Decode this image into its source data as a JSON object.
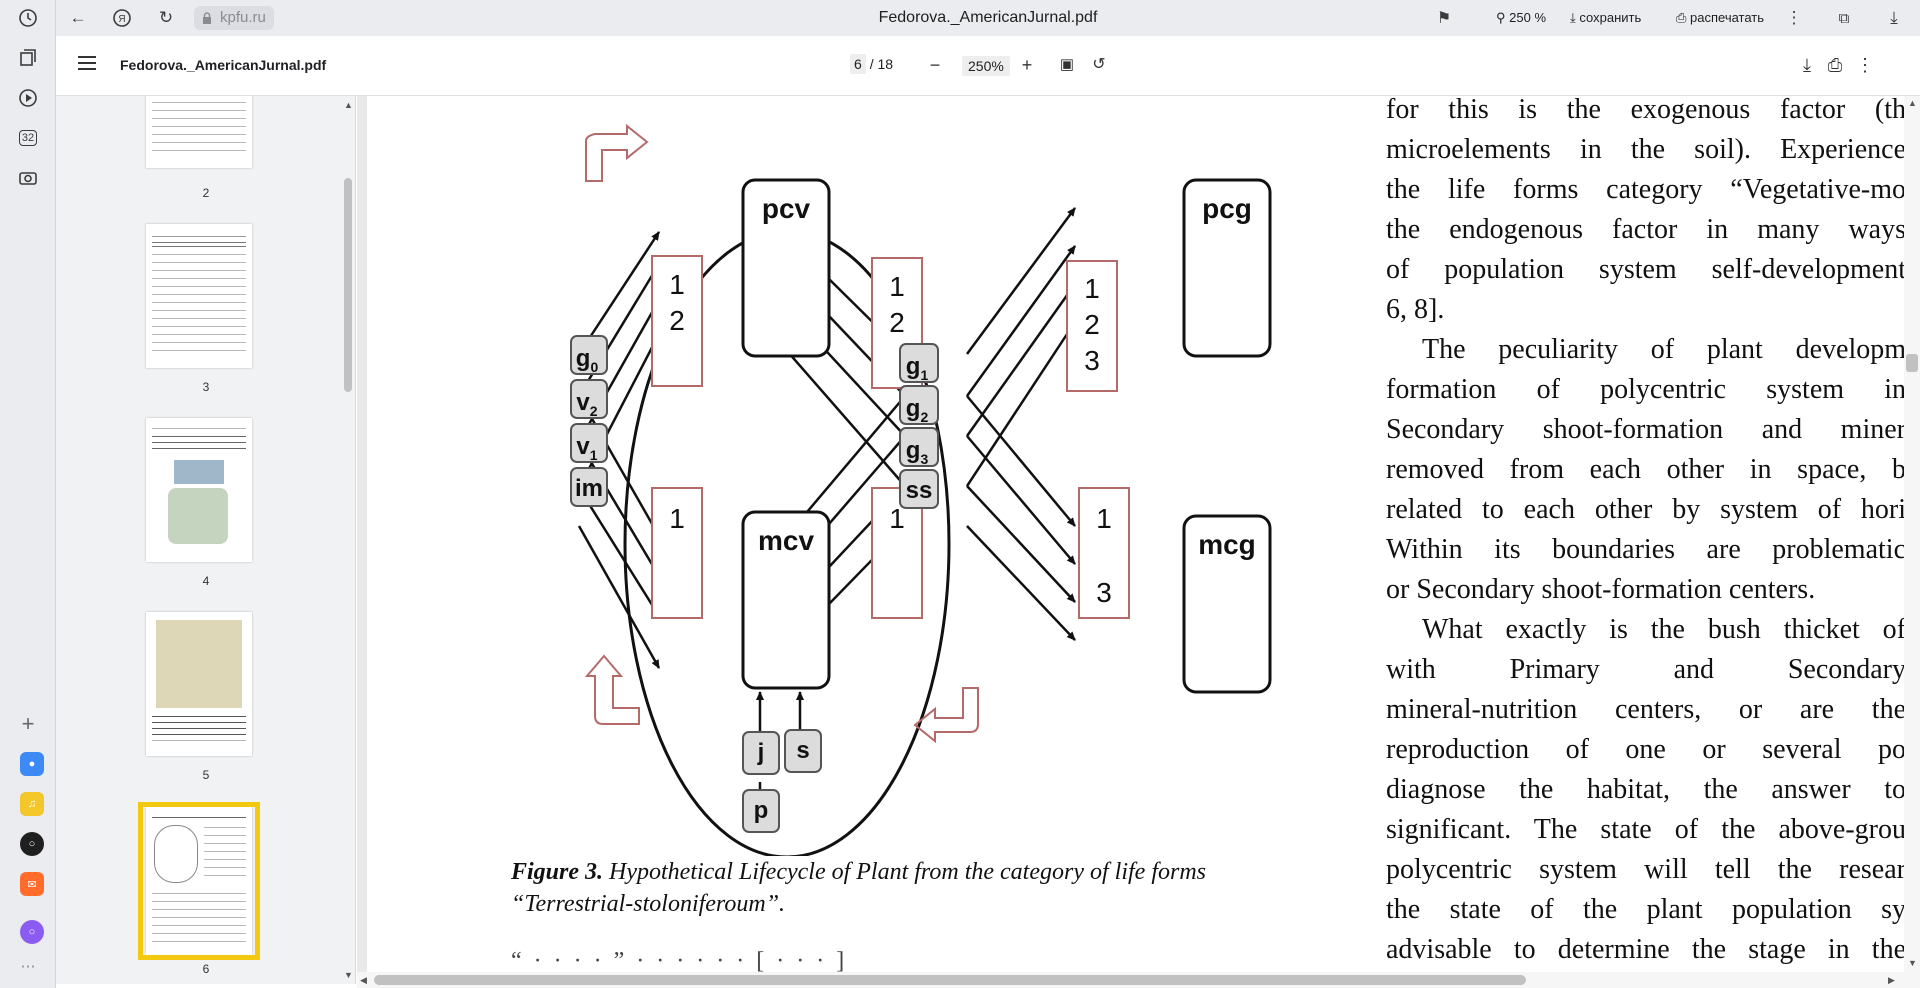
{
  "browser": {
    "url": "kpfu.ru",
    "tab_title": "Fedorova._AmericanJurnal.pdf",
    "zoom_badge": "250 %",
    "save_label": "сохранить",
    "print_label": "распечатать"
  },
  "side_panel": {
    "badge": "32"
  },
  "viewer": {
    "file_name": "Fedorova._AmericanJurnal.pdf",
    "current_page": "6",
    "page_total": "/ 18",
    "zoom": "250%"
  },
  "thumbnails": [
    {
      "label": "2"
    },
    {
      "label": "3"
    },
    {
      "label": "4"
    },
    {
      "label": "5"
    },
    {
      "label": "6",
      "selected": true
    }
  ],
  "figure": {
    "nodes": {
      "pcv": "pcv",
      "mcv": "mcv",
      "pcg": "pcg",
      "mcg": "mcg",
      "g0": "g",
      "g0_sub": "0",
      "v2": "v",
      "v2_sub": "2",
      "v1": "v",
      "v1_sub": "1",
      "im": "im",
      "g1": "g",
      "g1_sub": "1",
      "g2": "g",
      "g2_sub": "2",
      "g3": "g",
      "g3_sub": "3",
      "ss": "ss",
      "j": "j",
      "s": "s",
      "p": "p"
    },
    "box_labels": {
      "left_top": [
        "1",
        "2"
      ],
      "mid_top": [
        "1",
        "2"
      ],
      "right_top": [
        "1",
        "2",
        "3"
      ],
      "left_bottom": [
        "1"
      ],
      "mid_bottom": [
        "1"
      ],
      "right_bottom": [
        "1",
        "3"
      ]
    },
    "caption_bold": "Figure 3.",
    "caption_text": " Hypothetical Lifecycle of Plant from the category of life forms “Terrestrial-stoloniferoum”."
  },
  "body_text": {
    "lines": [
      "for this is the exogenous factor (th",
      "microelements in the soil). Experience",
      "the life forms category “Vegetative-mo",
      "the endogenous factor in many ways",
      "of population system self-development",
      "6, 8].",
      "The peculiarity of plant developm",
      "formation of polycentric system in",
      "Secondary shoot-formation and miner",
      "removed from each other in space, b",
      "related to each other by system of hori",
      "Within its boundaries are problematic",
      "or Secondary shoot-formation centers.",
      "What exactly is the bush thicket of",
      "with Primary and Secondary",
      "mineral-nutrition centers, or are the",
      "reproduction of one or several po",
      "diagnose the habitat, the answer to",
      "significant. The state of the above-grou",
      "polycentric system will tell the resear",
      "the state of the plant population sy",
      "advisable to determine the stage in the"
    ]
  }
}
